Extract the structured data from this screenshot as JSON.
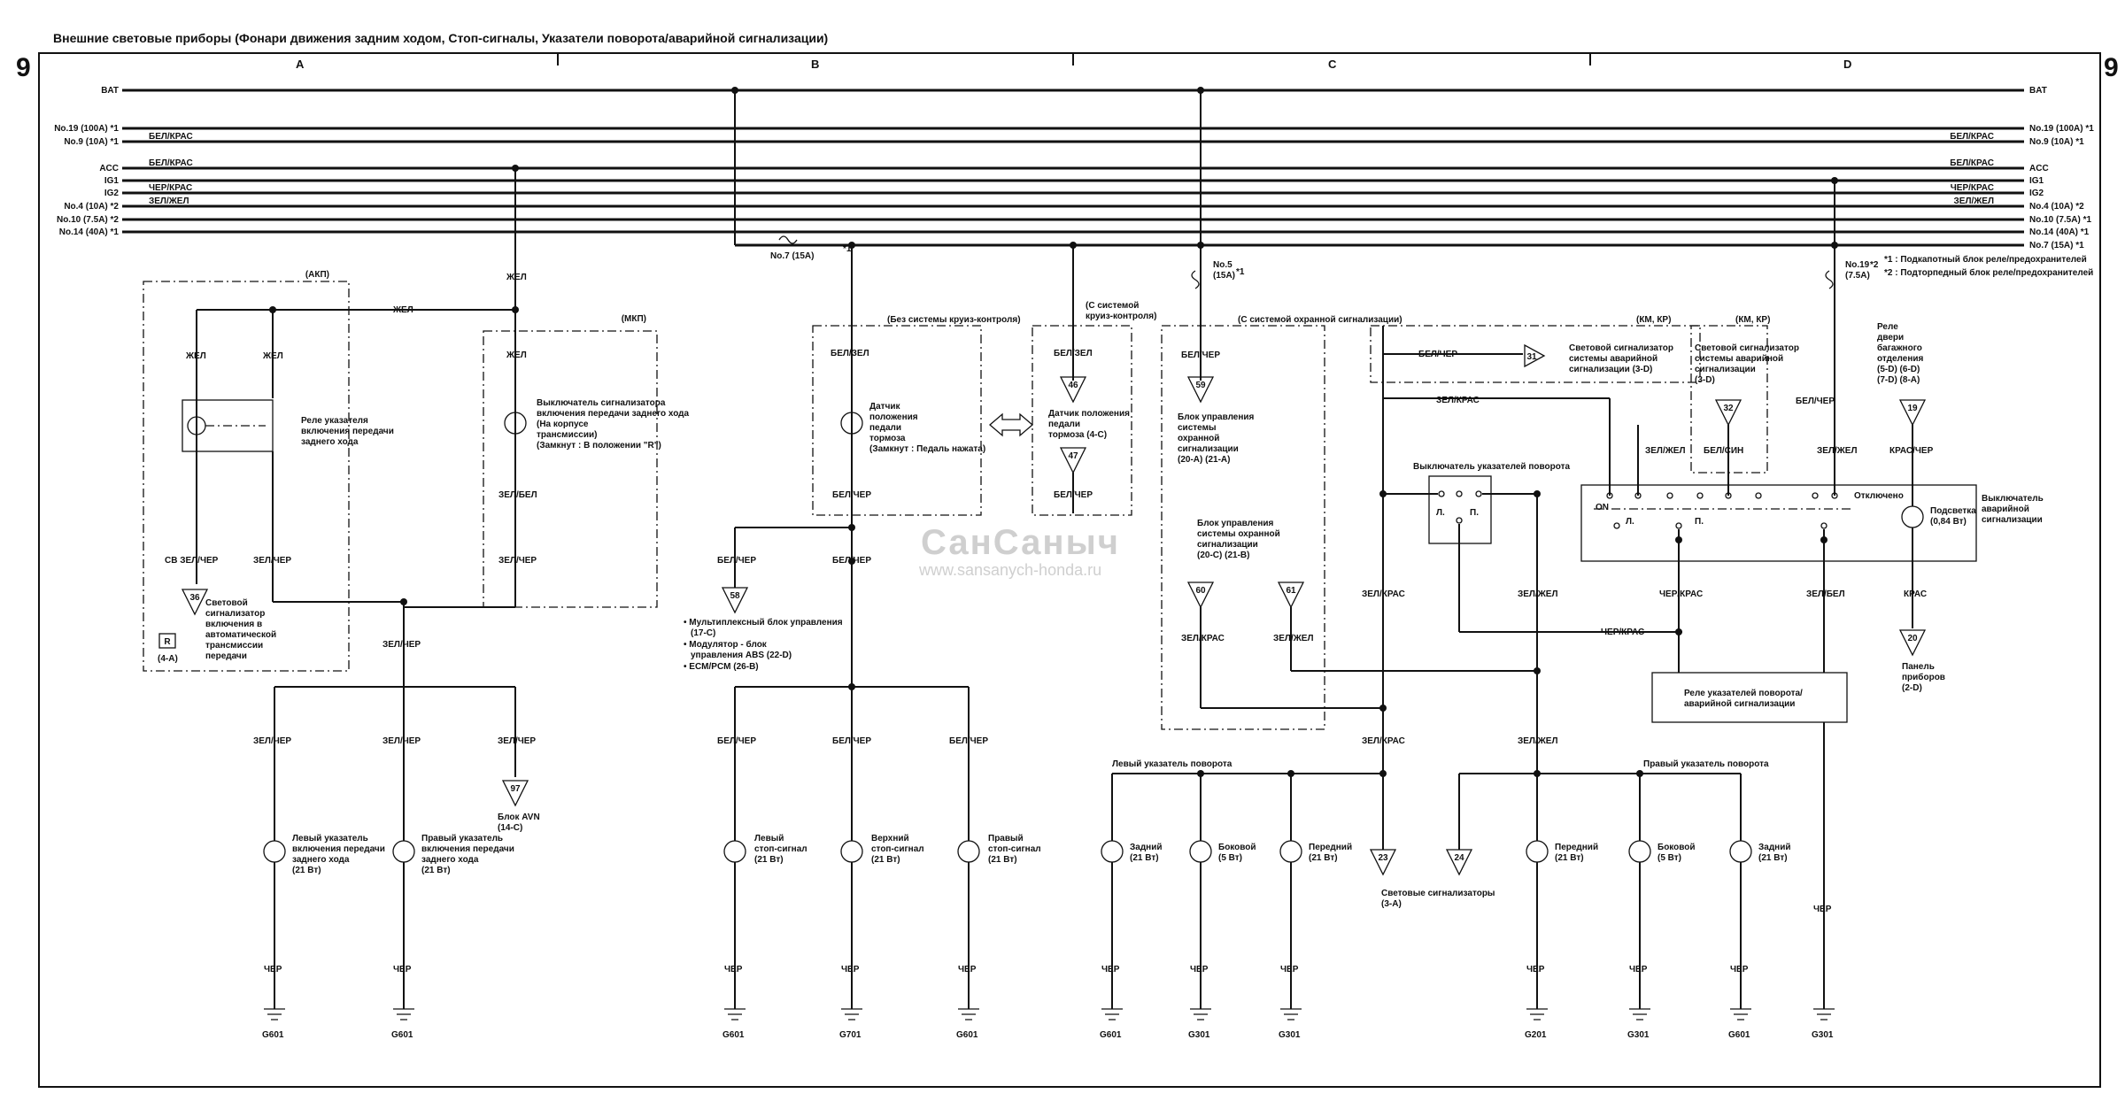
{
  "title": "Внешние световые приборы (Фонари движения задним ходом, Стоп-сигналы, Указатели поворота/аварийной сигнализации)",
  "page_number": "9",
  "columns": [
    "A",
    "B",
    "C",
    "D"
  ],
  "watermark": {
    "brand": "СанСаныч",
    "url": "www.sansanych-honda.ru"
  },
  "bus_left": [
    "BAT",
    "No.19 (100A) *1",
    "No.9 (10A) *1",
    "ACC",
    "IG1",
    "IG2",
    "No.4 (10A) *2",
    "No.10 (7.5A) *2",
    "No.14 (40A) *1"
  ],
  "bus_right": [
    "BAT",
    "No.19 (100A) *1",
    "No.9 (10A) *1",
    "ACC",
    "IG1",
    "IG2",
    "No.4 (10A) *2",
    "No.10 (7.5A) *1",
    "No.14 (40A) *1",
    "No.7 (15A) *1"
  ],
  "bus_wire_left": [
    "",
    "",
    "БЕЛ/КРАС",
    "БЕЛ/КРАС",
    "",
    "ЧЕР/КРАС",
    "ЗЕЛ/ЖЕЛ",
    "",
    ""
  ],
  "bus_wire_right": [
    "",
    "",
    "БЕЛ/КРАС",
    "БЕЛ/КРАС",
    "",
    "ЧЕР/КРАС",
    "ЗЕЛ/ЖЕЛ",
    "",
    "",
    ""
  ],
  "notes": [
    "*1 : Подкапотный блок реле/предохранителей",
    "*2 : Подторпедный блок реле/предохранителей"
  ],
  "fuses": {
    "f7": "No.7 (15A)",
    "f7n": "*1",
    "f5a": "No.5",
    "f5b": "(15A)",
    "f5n": "*1",
    "f19a": "No.19",
    "f19b": "(7.5A)",
    "f19n": "*2"
  },
  "a": {
    "akp": "(АКП)",
    "mkp": "(МКП)",
    "zhel": "ЖЕЛ",
    "zel_bel": "ЗЕЛ/БЕЛ",
    "zel_cher": "ЗЕЛ/ЧЕР",
    "sv_zel_cher": "СВ ЗЕЛ/ЧЕР",
    "cher": "ЧЕР",
    "relay": [
      "Реле указателя",
      "включения передачи",
      "заднего хода"
    ],
    "switch": [
      "Выключатель сигнализатора",
      "включения передачи заднего хода",
      "(На корпусе",
      "трансмиссии)",
      "(Замкнут : В положении \"R\")"
    ],
    "indicator": [
      "Световой",
      "сигнализатор",
      "включения в",
      "автоматической",
      "трансмиссии",
      "передачи"
    ],
    "indicator_pin": "36",
    "r_box": "R",
    "r_ref": "(4-A)",
    "avn_pin": "97",
    "avn": [
      "Блок AVN",
      "(14-C)"
    ],
    "lamp_l": [
      "Левый указатель",
      "включения передачи",
      "заднего хода",
      "(21 Вт)"
    ],
    "lamp_r": [
      "Правый указатель",
      "включения передачи",
      "заднего хода",
      "(21 Вт)"
    ],
    "gnd": "G601"
  },
  "b": {
    "no_cruise": "(Без системы круиз-контроля)",
    "cruise": [
      "(С системой",
      "круиз-контроля)"
    ],
    "bel_zel": "БЕЛ/ЗЕЛ",
    "bel_cher": "БЕЛ/ЧЕР",
    "cher": "ЧЕР",
    "sensor": [
      "Датчик",
      "положения",
      "педали",
      "тормоза",
      "(Замкнут : Педаль нажата)"
    ],
    "sensor2": [
      "Датчик положения",
      "педали",
      "тормоза (4-C)"
    ],
    "pin46": "46",
    "pin47": "47",
    "pin58": "58",
    "multi": [
      "• Мультиплексный блок управления",
      "(17-C)",
      "• Модулятор - блок",
      "управления ABS (22-D)",
      "• ECM/PCM (26-B)"
    ],
    "lamp_l": [
      "Левый",
      "стоп-сигнал",
      "(21 Вт)"
    ],
    "lamp_c": [
      "Верхний",
      "стоп-сигнал",
      "(21 Вт)"
    ],
    "lamp_r": [
      "Правый",
      "стоп-сигнал",
      "(21 Вт)"
    ],
    "gnd_l": "G601",
    "gnd_c": "G701",
    "gnd_r": "G601"
  },
  "c": {
    "alarm_sys": "(С системой охранной сигнализации)",
    "bel_cher": "БЕЛ/ЧЕР",
    "pin59": "59",
    "alarm_unit": [
      "Блок управления",
      "системы",
      "охранной",
      "сигнализации",
      "(20-A) (21-A)"
    ],
    "alarm_unit2": [
      "Блок управления",
      "системы охранной",
      "сигнализации",
      "(20-C) (21-B)"
    ],
    "pin60": "60",
    "pin61": "61",
    "zel_kras": "ЗЕЛ/КРАС",
    "zel_zhel": "ЗЕЛ/ЖЕЛ",
    "turn_sw": "Выключатель указателей поворота",
    "sw_l": "Л.",
    "sw_p": "П.",
    "cher_kras": "ЧЕР/КРАС",
    "left_turn": "Левый указатель поворота",
    "right_turn": "Правый указатель поворота",
    "rear": [
      "Задний",
      "(21 Вт)"
    ],
    "side": [
      "Боковой",
      "(5 Вт)"
    ],
    "front": [
      "Передний",
      "(21 Вт)"
    ],
    "pin23": "23",
    "pin24": "24",
    "indicators": [
      "Световые сигнализаторы",
      "(3-A)"
    ],
    "cher": "ЧЕР",
    "g601": "G601",
    "g301": "G301",
    "g201": "G201"
  },
  "d": {
    "km_kr": "(КМ, КР)",
    "pin31": "31",
    "hazard_ind": [
      "Световой сигнализатор",
      "системы аварийной",
      "сигнализации (3-D)"
    ],
    "pin32": "32",
    "hazard_ind2": [
      "Световой сигнализатор",
      "системы аварийной",
      "сигнализации",
      "(3-D)"
    ],
    "zel_kras": "ЗЕЛ/КРАС",
    "zel_zhel": "ЗЕЛ/ЖЕЛ",
    "bel_sin": "БЕЛ/СИН",
    "bel_cher": "БЕЛ/ЧЕР",
    "on": "ON",
    "off": "Отключено",
    "sw_l": "Л.",
    "sw_p": "П.",
    "hazard_sw": [
      "Выключатель",
      "аварийной",
      "сигнализации"
    ],
    "backlight": [
      "Подсветка",
      "(0,84 Вт)"
    ],
    "door_relay": [
      "Реле",
      "двери",
      "багажного",
      "отделения",
      "(5-D) (6-D)",
      "(7-D) (8-A)"
    ],
    "pin19": "19",
    "kras_cher": "КРАС/ЧЕР",
    "kras": "КРАС",
    "pin20": "20",
    "panel": [
      "Панель",
      "приборов",
      "(2-D)"
    ],
    "cher_kras": "ЧЕР/КРАС",
    "zel_bel": "ЗЕЛ/БЕЛ",
    "flasher": [
      "Реле указателей поворота/",
      "аварийной сигнализации"
    ],
    "cher": "ЧЕР",
    "g301": "G301"
  }
}
